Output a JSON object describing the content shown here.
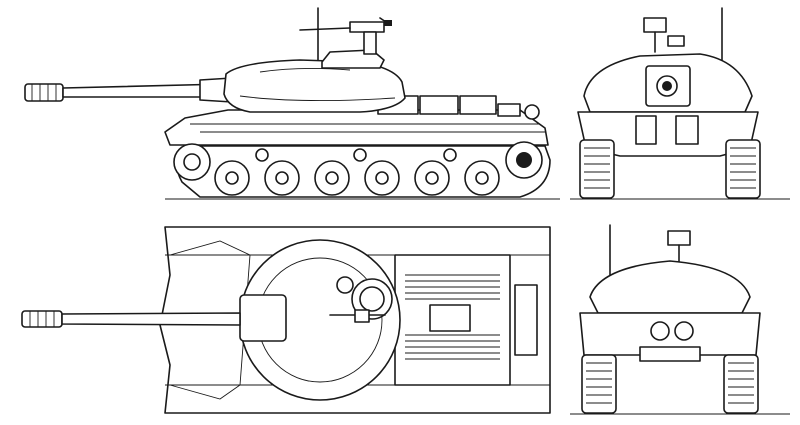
{
  "drawing": {
    "subject": "tank-blueprint",
    "views": [
      {
        "id": "side",
        "name": "side-view"
      },
      {
        "id": "front",
        "name": "front-view"
      },
      {
        "id": "top",
        "name": "top-view"
      },
      {
        "id": "rear",
        "name": "rear-view"
      }
    ],
    "colors": {
      "line": "#1a1a1a",
      "background": "#ffffff"
    }
  }
}
